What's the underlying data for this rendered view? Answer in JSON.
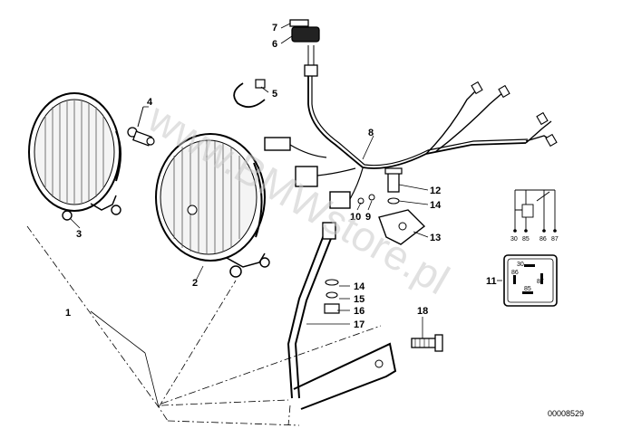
{
  "diagram": {
    "part_labels": [
      "1",
      "2",
      "3",
      "4",
      "5",
      "6",
      "7",
      "8",
      "9",
      "10",
      "11",
      "12",
      "13",
      "14",
      "14",
      "15",
      "16",
      "17",
      "18"
    ],
    "relay_terminals_top": [
      "30",
      "85",
      "86",
      "87"
    ],
    "relay_pins": [
      "30",
      "86",
      "87",
      "85"
    ],
    "reference_number": "00008529",
    "watermark": "www.BMWstore.pl"
  }
}
